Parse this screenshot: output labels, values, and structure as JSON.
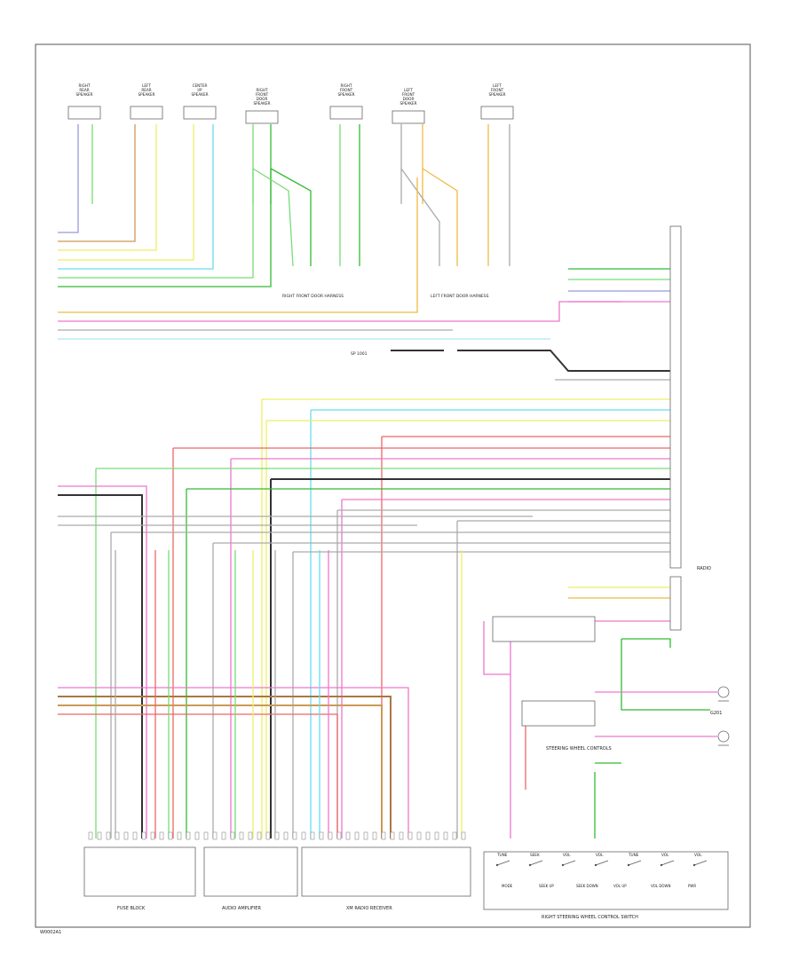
{
  "figure_id": "W0002A1",
  "colors": {
    "violet": "#9999dd",
    "tan": "#cc9955",
    "yellow": "#eeee66",
    "light_blue": "#66ddee",
    "light_green": "#77dd77",
    "green": "#33bb33",
    "pink": "#ee77cc",
    "red": "#ee6666",
    "brown": "#aa7744",
    "gray": "#aaaaaa",
    "black": "#333333",
    "orange": "#eebb44"
  },
  "speakers": [
    {
      "id": "spk1",
      "label": "RIGHT REAR SPEAKER"
    },
    {
      "id": "spk2",
      "label": "LEFT REAR SPEAKER"
    },
    {
      "id": "spk3",
      "label": "CENTER I/P SPEAKER"
    },
    {
      "id": "spk4",
      "label": "RIGHT FRONT DOOR SPEAKER"
    },
    {
      "id": "spk5",
      "label": "RIGHT FRONT SPEAKER"
    },
    {
      "id": "spk6",
      "label": "LEFT FRONT DOOR SPEAKER"
    },
    {
      "id": "spk7",
      "label": "LEFT FRONT SPEAKER"
    }
  ],
  "notes": {
    "right_front_door": "RIGHT FRONT DOOR HARNESS",
    "left_front_door": "LEFT FRONT DOOR HARNESS",
    "splice": "SP 1001"
  },
  "modules": {
    "radio": "RADIO",
    "fuse_block": "FUSE BLOCK",
    "audio_amp": "AUDIO AMPLIFIER",
    "xm_receiver": "XM RADIO RECEIVER",
    "steering_switch": "RIGHT STEERING WHEEL CONTROL SWITCH",
    "steering_note": "STEERING WHEEL CONTROLS",
    "ground": "G201"
  },
  "switch_labels": [
    "TUNE",
    "SEEK",
    "VOL",
    "VOL",
    "TUNE",
    "VOL",
    "VOL"
  ],
  "switch_functions": [
    "MODE",
    "SEEK UP",
    "SEEK DOWN",
    "VOL UP",
    "VOL DOWN",
    "PWR"
  ]
}
